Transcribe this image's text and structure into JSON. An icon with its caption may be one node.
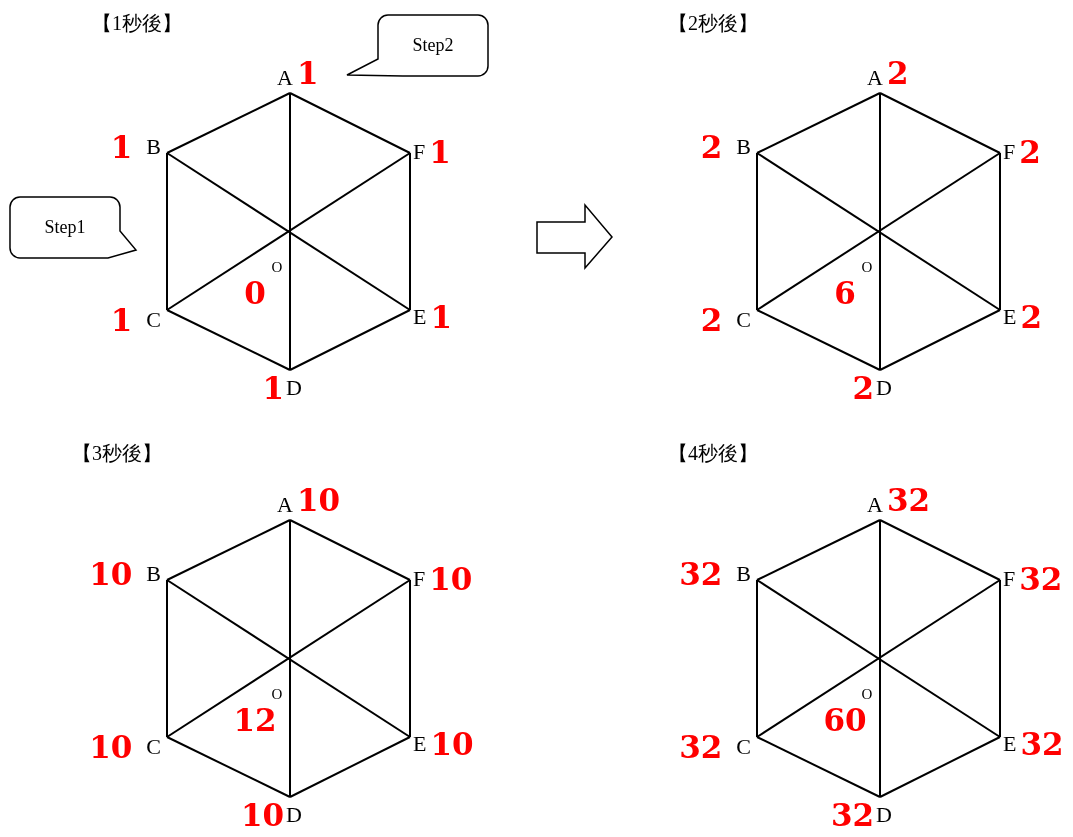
{
  "diagram": {
    "nodes": [
      {
        "text": [
          "A"
        ],
        "beside": [
          "1"
        ]
      },
      {
        "text": [
          "B"
        ],
        "beside": [
          "1"
        ]
      },
      {
        "text": [
          "C"
        ],
        "beside": [
          "1"
        ]
      },
      {
        "text": [
          "D"
        ],
        "beside": [
          "1"
        ]
      },
      {
        "text": [
          "E"
        ],
        "beside": [
          "1"
        ]
      },
      {
        "text": [
          "F"
        ],
        "beside": [
          "1"
        ]
      },
      {
        "text": [
          "A"
        ],
        "beside": [
          "2"
        ]
      },
      {
        "text": [
          "B"
        ],
        "beside": [
          "2"
        ]
      },
      {
        "text": [
          "C"
        ],
        "beside": [
          "2"
        ]
      },
      {
        "text": [
          "D"
        ],
        "beside": [
          "2"
        ]
      },
      {
        "text": [
          "E"
        ],
        "beside": [
          "2"
        ]
      },
      {
        "text": [
          "F"
        ],
        "beside": [
          "2"
        ]
      },
      {
        "text": [
          "A"
        ],
        "beside": [
          "10"
        ]
      },
      {
        "text": [
          "B"
        ],
        "beside": [
          "10"
        ]
      },
      {
        "text": [
          "C"
        ],
        "beside": [
          "10"
        ]
      },
      {
        "text": [
          "D"
        ],
        "beside": [
          "10"
        ]
      },
      {
        "text": [
          "E"
        ],
        "beside": [
          "10"
        ]
      },
      {
        "text": [
          "F"
        ],
        "beside": [
          "10"
        ]
      },
      {
        "text": [
          "A"
        ],
        "beside": [
          "32"
        ]
      },
      {
        "text": [
          "B"
        ],
        "beside": [
          "32"
        ]
      },
      {
        "text": [
          "C"
        ],
        "beside": [
          "32"
        ]
      },
      {
        "text": [
          "D"
        ],
        "beside": [
          "32"
        ]
      },
      {
        "text": [
          "E"
        ],
        "beside": [
          "32"
        ]
      },
      {
        "text": [
          "F"
        ],
        "beside": [
          "32"
        ]
      },
      {
        "text": [
          "Step2"
        ]
      },
      {
        "text": [
          "Step1"
        ]
      }
    ],
    "edges": [
      {
        "from": 0,
        "to": 1,
        "arrow": "none"
      },
      {
        "from": 1,
        "to": 2,
        "arrow": "none"
      },
      {
        "from": 2,
        "to": 3,
        "arrow": "none"
      },
      {
        "from": 3,
        "to": 4,
        "arrow": "none"
      },
      {
        "from": 4,
        "to": 5,
        "arrow": "none"
      },
      {
        "from": 5,
        "to": 0,
        "arrow": "none"
      },
      {
        "from": 0,
        "to": 3,
        "arrow": "none"
      },
      {
        "from": 1,
        "to": 4,
        "arrow": "none"
      },
      {
        "from": 2,
        "to": 5,
        "arrow": "none"
      },
      {
        "from": 6,
        "to": 7,
        "arrow": "none"
      },
      {
        "from": 7,
        "to": 8,
        "arrow": "none"
      },
      {
        "from": 8,
        "to": 9,
        "arrow": "none"
      },
      {
        "from": 9,
        "to": 10,
        "arrow": "none"
      },
      {
        "from": 10,
        "to": 11,
        "arrow": "none"
      },
      {
        "from": 11,
        "to": 6,
        "arrow": "none"
      },
      {
        "from": 6,
        "to": 9,
        "arrow": "none"
      },
      {
        "from": 7,
        "to": 10,
        "arrow": "none"
      },
      {
        "from": 8,
        "to": 11,
        "arrow": "none"
      },
      {
        "from": 12,
        "to": 13,
        "arrow": "none"
      },
      {
        "from": 13,
        "to": 14,
        "arrow": "none"
      },
      {
        "from": 14,
        "to": 15,
        "arrow": "none"
      },
      {
        "from": 15,
        "to": 16,
        "arrow": "none"
      },
      {
        "from": 16,
        "to": 17,
        "arrow": "none"
      },
      {
        "from": 17,
        "to": 12,
        "arrow": "none"
      },
      {
        "from": 12,
        "to": 15,
        "arrow": "none"
      },
      {
        "from": 13,
        "to": 16,
        "arrow": "none"
      },
      {
        "from": 14,
        "to": 17,
        "arrow": "none"
      },
      {
        "from": 18,
        "to": 19,
        "arrow": "none"
      },
      {
        "from": 19,
        "to": 20,
        "arrow": "none"
      },
      {
        "from": 20,
        "to": 21,
        "arrow": "none"
      },
      {
        "from": 21,
        "to": 22,
        "arrow": "none"
      },
      {
        "from": 22,
        "to": 23,
        "arrow": "none"
      },
      {
        "from": 23,
        "to": 18,
        "arrow": "none"
      },
      {
        "from": 18,
        "to": 21,
        "arrow": "none"
      },
      {
        "from": 19,
        "to": 22,
        "arrow": "none"
      },
      {
        "from": 20,
        "to": 23,
        "arrow": "none"
      }
    ],
    "labels": [
      "【1秒後】",
      "O",
      "0",
      "【2秒後】",
      "O",
      "6",
      "【3秒後】",
      "O",
      "12",
      "【4秒後】",
      "O",
      "60"
    ]
  }
}
